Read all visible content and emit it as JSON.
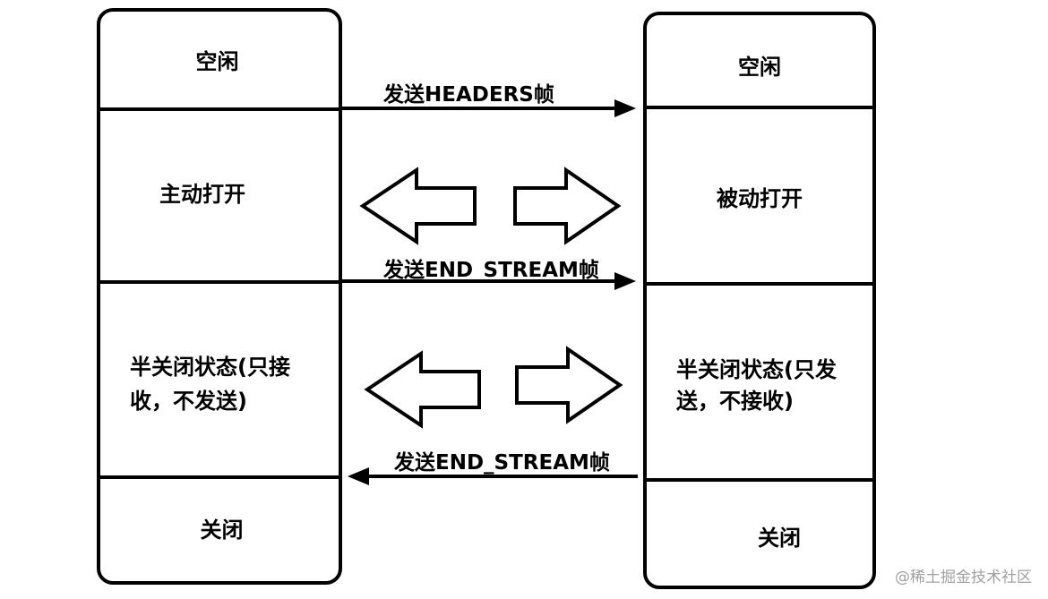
{
  "left_column": {
    "idle": "空闲",
    "active_open": "主动打开",
    "half_closed_line1": "半关闭状态(只接",
    "half_closed_line2": "收，不发送)",
    "closed": "关闭"
  },
  "right_column": {
    "idle": "空闲",
    "passive_open": "被动打开",
    "half_closed_line1": "半关闭状态(只发",
    "half_closed_line2": "送，不接收)",
    "closed": "关闭"
  },
  "messages": {
    "send_headers": "发送HEADERS帧",
    "send_end_stream_right": "发送END_STREAM帧",
    "send_end_stream_left": "发送END_STREAM帧"
  },
  "watermark": "@稀土掘金技术社区"
}
